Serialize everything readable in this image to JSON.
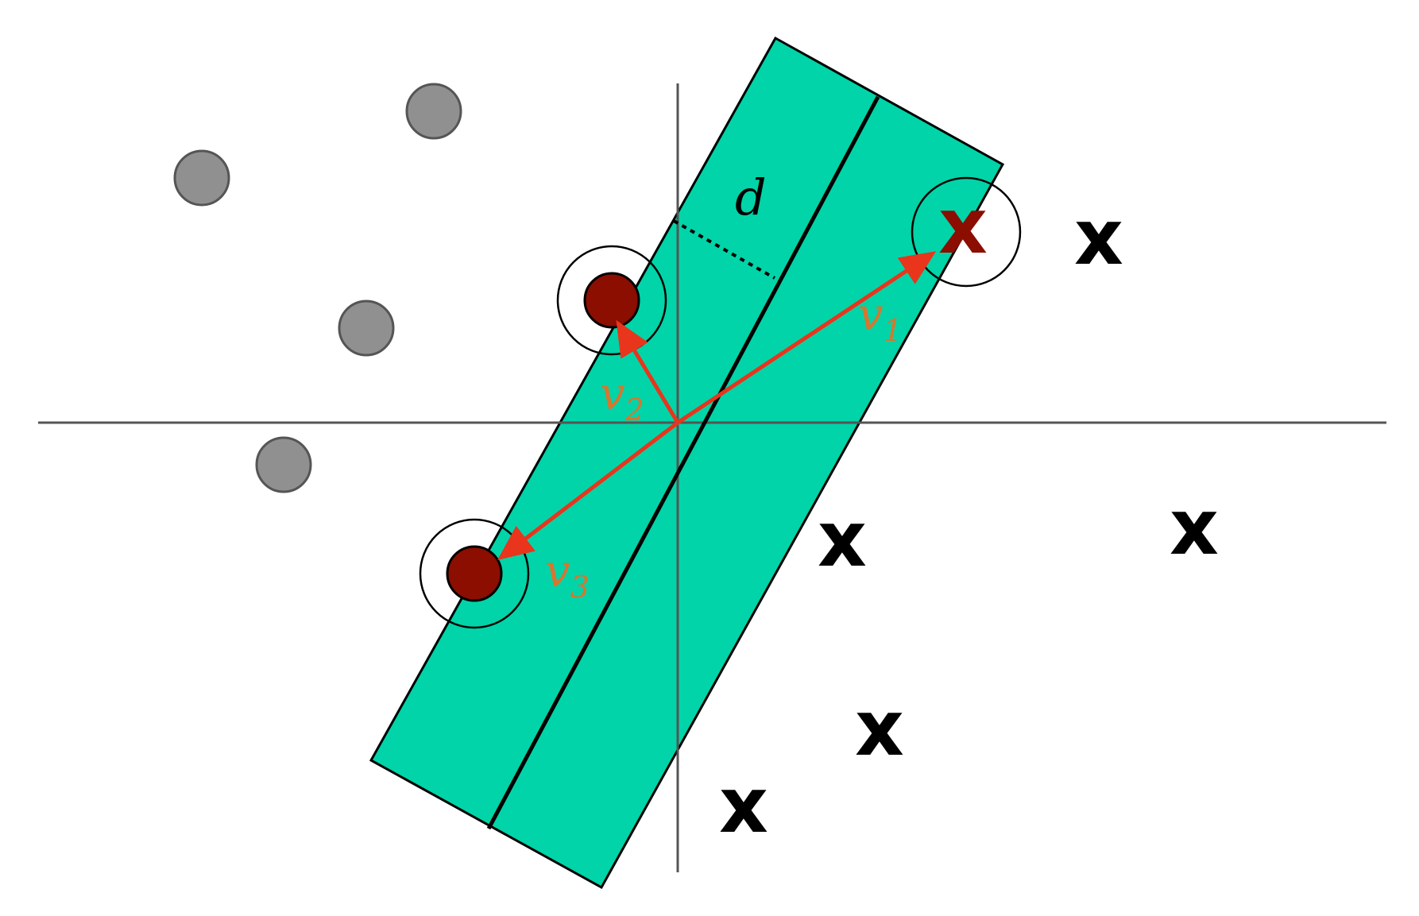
{
  "colors": {
    "margin_band": "#00d4a8",
    "axis": "#555555",
    "border": "#000000",
    "gray_point": "#909090",
    "support_point": "#8b0e00",
    "vector": "#e8351c",
    "vector_label": "#d8762e",
    "cross": "#000000"
  },
  "labels": {
    "distance": "d",
    "v1": "v",
    "v1_sub": "1",
    "v2": "v",
    "v2_sub": "2",
    "v3": "v",
    "v3_sub": "3",
    "cross": "x"
  },
  "class_negative_count": 4,
  "class_positive_count": 5,
  "support_vector_count": 3
}
